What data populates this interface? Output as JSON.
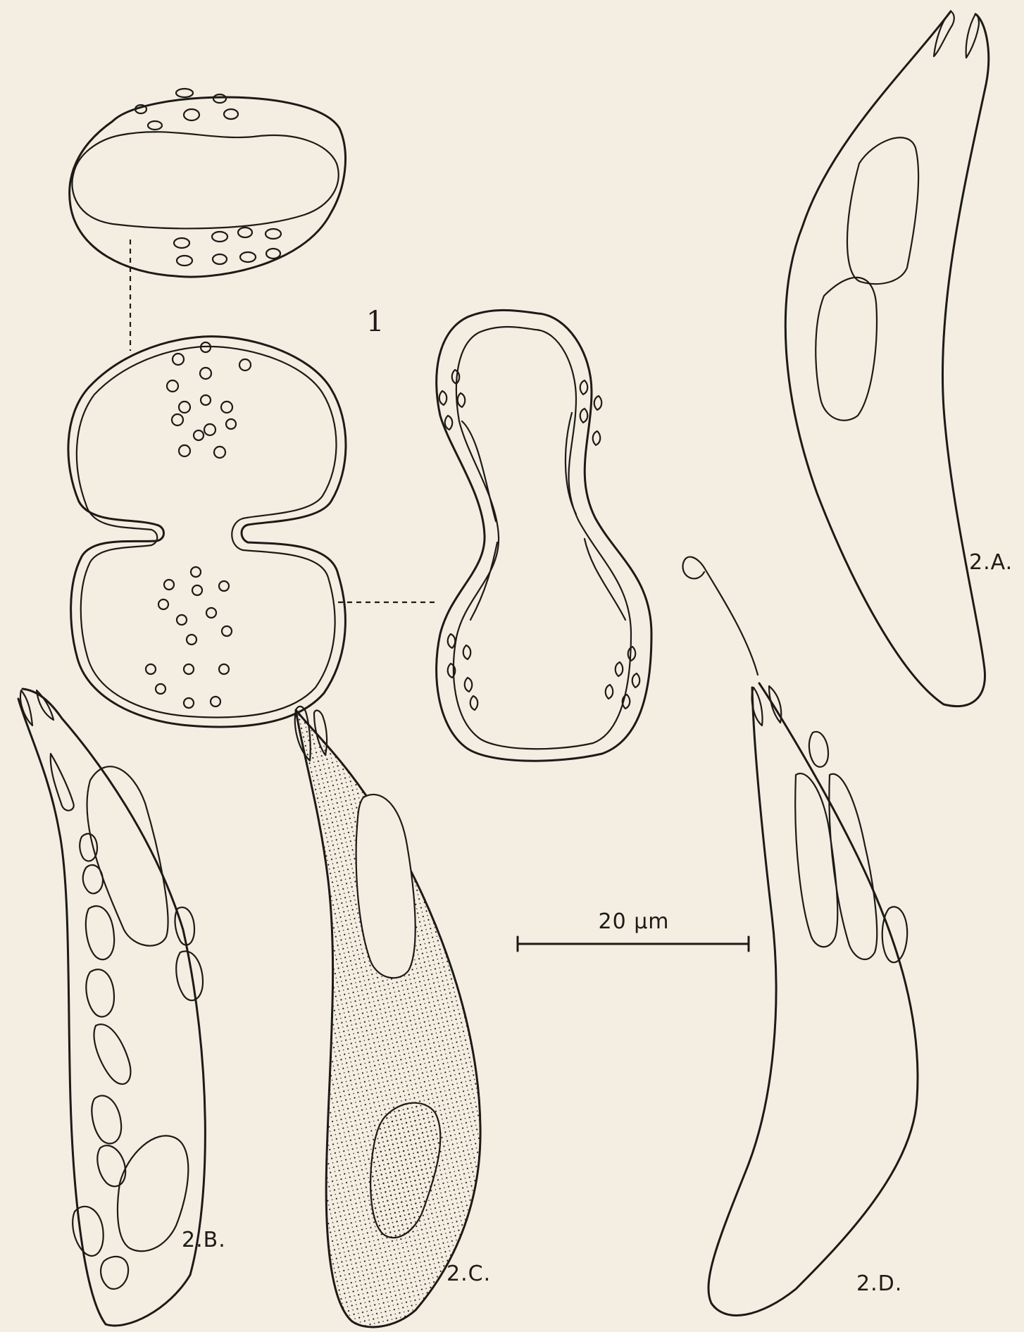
{
  "figure": {
    "figure_number": "1",
    "scale_bar_label": "20 μm",
    "panels": [
      {
        "id": "2a",
        "label": "2.A."
      },
      {
        "id": "2b",
        "label": "2.B."
      },
      {
        "id": "2c",
        "label": "2.C."
      },
      {
        "id": "2d",
        "label": "2.D."
      }
    ]
  },
  "colors": {
    "background": "#f3eee1",
    "ink": "#1d1a17"
  }
}
